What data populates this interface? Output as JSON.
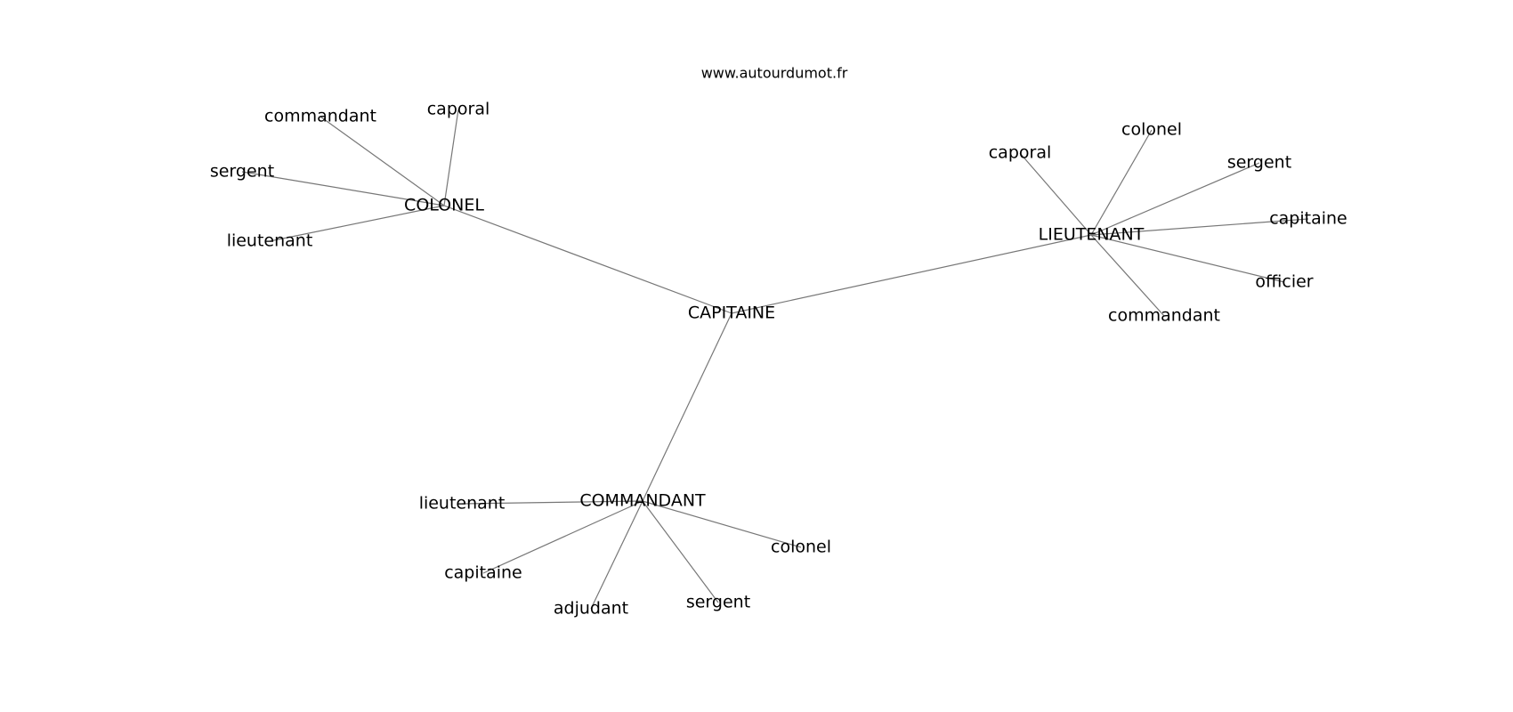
{
  "source": "www.autourdumot.fr",
  "graph": {
    "center": "CAPITAINE",
    "hubs": [
      {
        "id": "colonel",
        "label": "COLONEL",
        "leaves": [
          "commandant",
          "caporal",
          "sergent",
          "lieutenant"
        ]
      },
      {
        "id": "lieutenant",
        "label": "LIEUTENANT",
        "leaves": [
          "caporal",
          "colonel",
          "sergent",
          "capitaine",
          "officier",
          "commandant"
        ]
      },
      {
        "id": "commandant",
        "label": "COMMANDANT",
        "leaves": [
          "lieutenant",
          "capitaine",
          "adjudant",
          "sergent",
          "colonel"
        ]
      }
    ]
  }
}
